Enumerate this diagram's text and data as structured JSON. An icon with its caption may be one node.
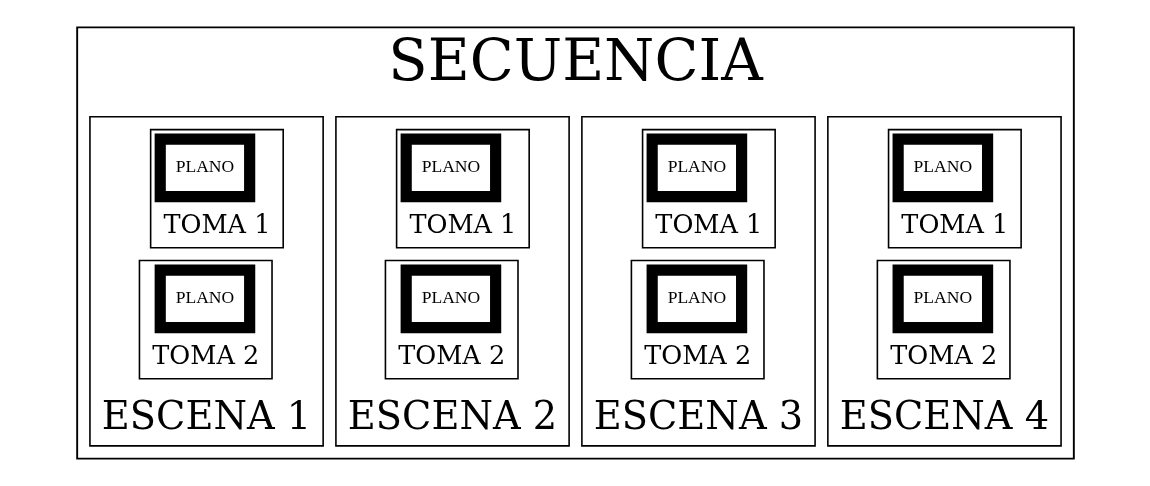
{
  "diagram": {
    "nodes": [
      {
        "text": [
          "SECUENCIA"
        ]
      },
      {
        "text": [
          "ESCENA 1"
        ],
        "in": 0
      },
      {
        "text": [
          "TOMA 1"
        ],
        "in": 1
      },
      {
        "text": [
          "PLANO"
        ],
        "in": 2
      },
      {
        "text": [
          "TOMA 2"
        ],
        "in": 1
      },
      {
        "text": [
          "PLANO"
        ],
        "in": 4
      },
      {
        "text": [
          "ESCENA 2"
        ],
        "in": 0
      },
      {
        "text": [
          "TOMA 1"
        ],
        "in": 6
      },
      {
        "text": [
          "PLANO"
        ],
        "in": 7
      },
      {
        "text": [
          "TOMA 2"
        ],
        "in": 6
      },
      {
        "text": [
          "PLANO"
        ],
        "in": 9
      },
      {
        "text": [
          "ESCENA 3"
        ],
        "in": 0
      },
      {
        "text": [
          "TOMA 1"
        ],
        "in": 11
      },
      {
        "text": [
          "PLANO"
        ],
        "in": 12
      },
      {
        "text": [
          "TOMA 2"
        ],
        "in": 11
      },
      {
        "text": [
          "PLANO"
        ],
        "in": 14
      },
      {
        "text": [
          "ESCENA 4"
        ],
        "in": 0
      },
      {
        "text": [
          "TOMA 1"
        ],
        "in": 16
      },
      {
        "text": [
          "PLANO"
        ],
        "in": 17
      },
      {
        "text": [
          "TOMA 2"
        ],
        "in": 16
      },
      {
        "text": [
          "PLANO"
        ],
        "in": 19
      }
    ],
    "edges": []
  }
}
